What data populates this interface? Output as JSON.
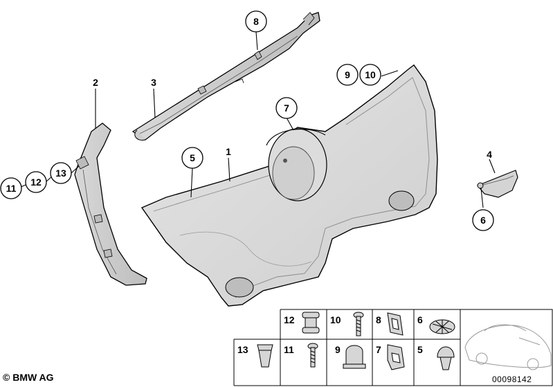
{
  "callouts": {
    "c1": "1",
    "c2": "2",
    "c3": "3",
    "c4": "4",
    "c5": "5",
    "c6": "6",
    "c7": "7",
    "c8": "8",
    "c9": "9",
    "c10": "10",
    "c11": "11",
    "c12": "12",
    "c13": "13"
  },
  "parts_grid": {
    "top_row": [
      "12",
      "10",
      "8",
      "6"
    ],
    "bottom_row": [
      "13",
      "11",
      "9",
      "7",
      "5"
    ]
  },
  "footer": {
    "copyright": "© BMW AG",
    "reference": "00098142"
  }
}
